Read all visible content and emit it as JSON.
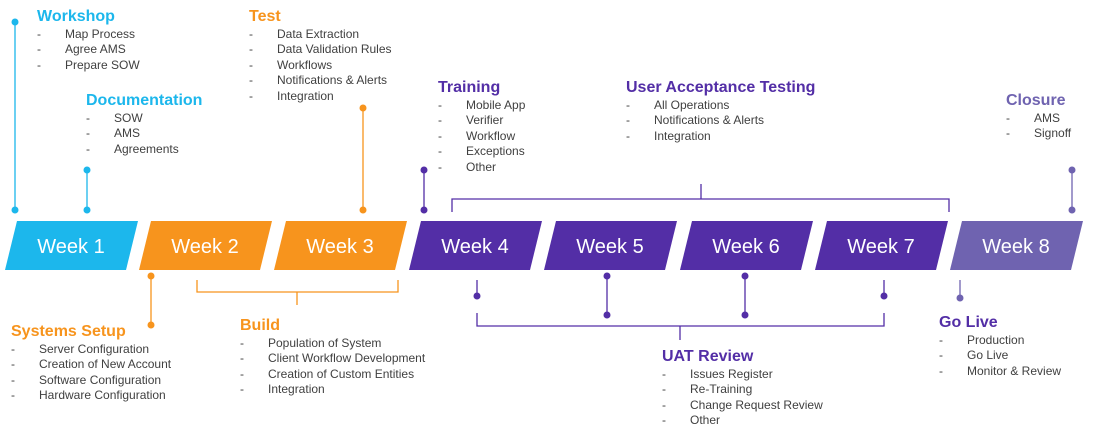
{
  "colors": {
    "cyan": "#1cb7ec",
    "orange": "#f7941d",
    "purple": "#532ea6",
    "lavender": "#6f63b0",
    "text": "#404040"
  },
  "weeks": [
    {
      "label": "Week 1",
      "color": "#1cb7ec"
    },
    {
      "label": "Week 2",
      "color": "#f7941d"
    },
    {
      "label": "Week 3",
      "color": "#f7941d"
    },
    {
      "label": "Week 4",
      "color": "#532ea6"
    },
    {
      "label": "Week 5",
      "color": "#532ea6"
    },
    {
      "label": "Week 6",
      "color": "#532ea6"
    },
    {
      "label": "Week 7",
      "color": "#532ea6"
    },
    {
      "label": "Week 8",
      "color": "#6f63b0"
    }
  ],
  "workshop": {
    "title": "Workshop",
    "items": [
      "Map Process",
      "Agree AMS",
      "Prepare SOW"
    ]
  },
  "documentation": {
    "title": "Documentation",
    "items": [
      "SOW",
      "AMS",
      "Agreements"
    ]
  },
  "test": {
    "title": "Test",
    "items": [
      "Data Extraction",
      "Data Validation Rules",
      "Workflows",
      "Notifications  & Alerts",
      "Integration"
    ]
  },
  "training": {
    "title": "Training",
    "items": [
      "Mobile App",
      "Verifier",
      "Workflow",
      "Exceptions",
      "Other"
    ]
  },
  "uat": {
    "title": "User Acceptance Testing",
    "items": [
      "All Operations",
      "Notifications  & Alerts",
      "Integration"
    ]
  },
  "closure": {
    "title": "Closure",
    "items": [
      "AMS",
      "Signoff"
    ]
  },
  "systems_setup": {
    "title": "Systems Setup",
    "items": [
      "Server Configuration",
      "Creation of New Account",
      "Software Configuration",
      "Hardware Configuration"
    ]
  },
  "build": {
    "title": "Build",
    "items": [
      "Population of System",
      "Client Workflow Development",
      "Creation of Custom Entities",
      "Integration"
    ]
  },
  "uat_review": {
    "title": "UAT Review",
    "items": [
      "Issues Register",
      "Re-Training",
      "Change Request Review",
      "Other"
    ]
  },
  "go_live": {
    "title": "Go Live",
    "items": [
      "Production",
      "Go Live",
      "Monitor & Review"
    ]
  }
}
